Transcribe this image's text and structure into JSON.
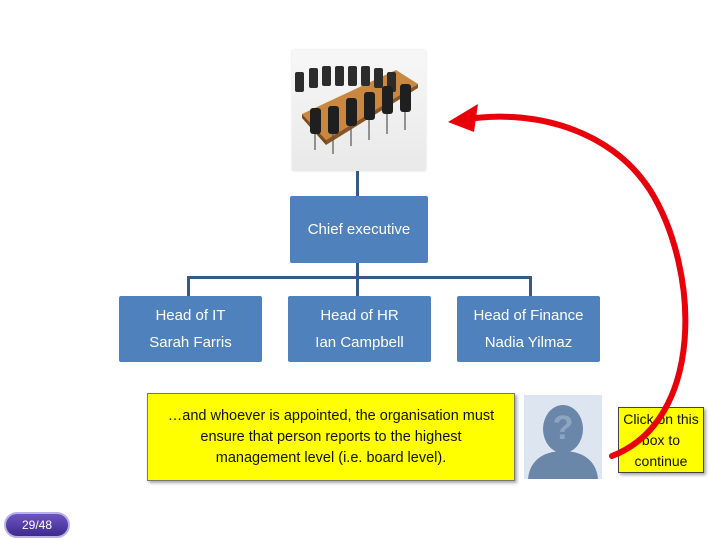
{
  "org_chart": {
    "chief": {
      "label": "Chief executive"
    },
    "heads": [
      {
        "title": "Head of IT",
        "name": "Sarah Farris"
      },
      {
        "title": "Head of HR",
        "name": "Ian Campbell"
      },
      {
        "title": "Head of Finance",
        "name": "Nadia Yilmaz"
      }
    ]
  },
  "callout": {
    "text": "…and whoever is appointed, the organisation must ensure that person reports to the highest management level (i.e. board level)."
  },
  "avatar": {
    "glyph": "?"
  },
  "continue_box": {
    "label": "Click on this box to continue"
  },
  "page_indicator": {
    "label": "29/48"
  },
  "colors": {
    "box_fill": "#4f81bd",
    "connector": "#355a85",
    "highlight": "#ffff00",
    "arrow": "#e8000b",
    "badge": "#4b3aa5"
  },
  "icons": {
    "boardroom": "boardroom-table-image",
    "avatar": "unknown-person-avatar-icon",
    "arrow": "curved-arrow-icon"
  }
}
